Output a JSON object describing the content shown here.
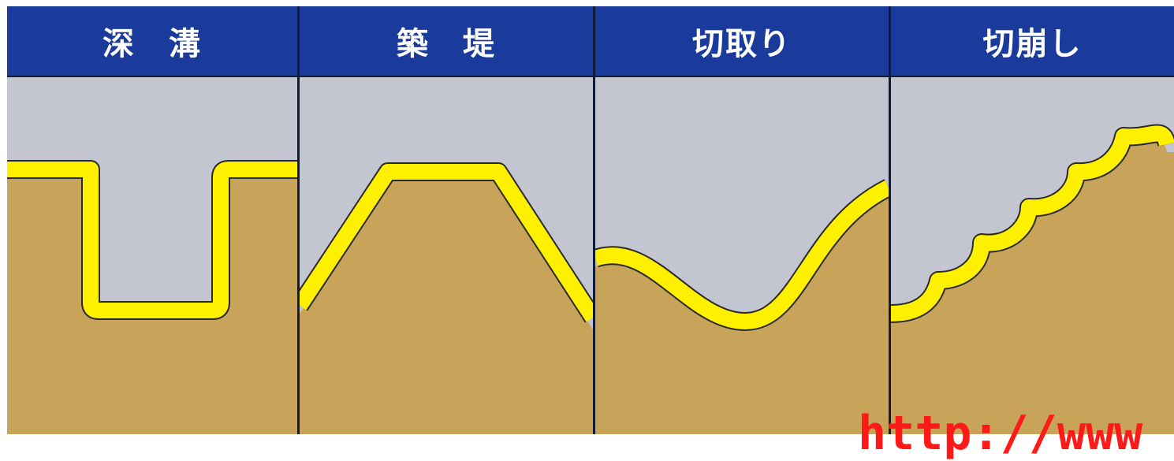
{
  "panels": [
    {
      "id": "deep-trench",
      "title": "深　溝"
    },
    {
      "id": "embankment",
      "title": "築　堤"
    },
    {
      "id": "cut",
      "title": "切取り"
    },
    {
      "id": "cut-collapse",
      "title": "切崩し"
    }
  ],
  "watermark": "http://www",
  "colors": {
    "header": "#1a3a9c",
    "sky": "#c3c5d0",
    "soil": "#c8a35a",
    "line": "#fff000",
    "outline": "#2a2a2a",
    "watermark": "#ff1a1a"
  }
}
